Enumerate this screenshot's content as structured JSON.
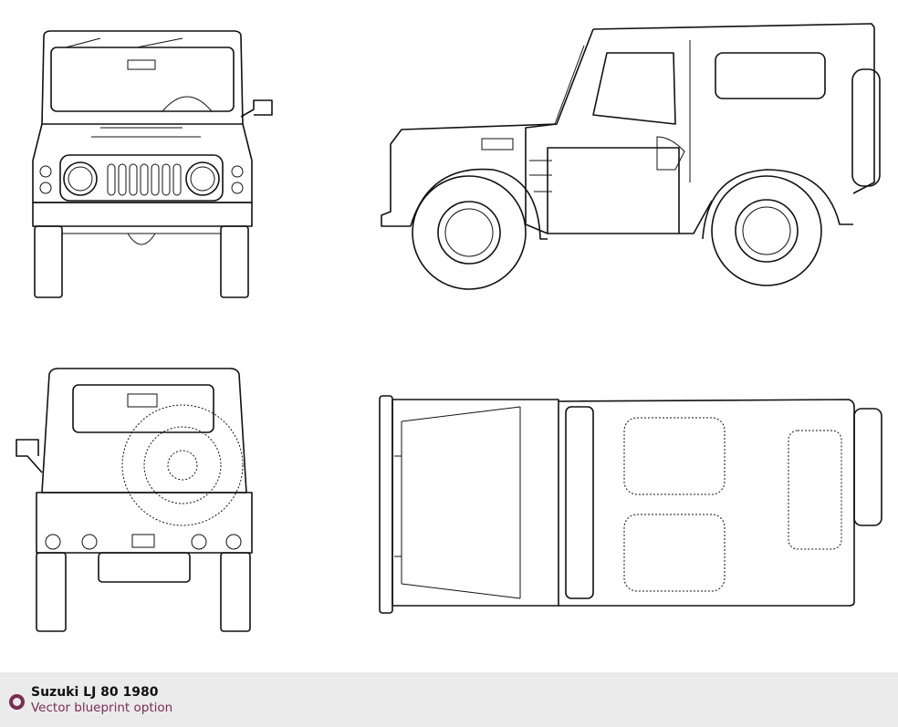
{
  "caption": {
    "title": "Suzuki LJ 80 1980",
    "subtitle": "Vector blueprint option",
    "accent_color": "#7a2d55",
    "icon": "circle-bullet-icon"
  },
  "views": [
    "front",
    "side",
    "rear",
    "top"
  ]
}
